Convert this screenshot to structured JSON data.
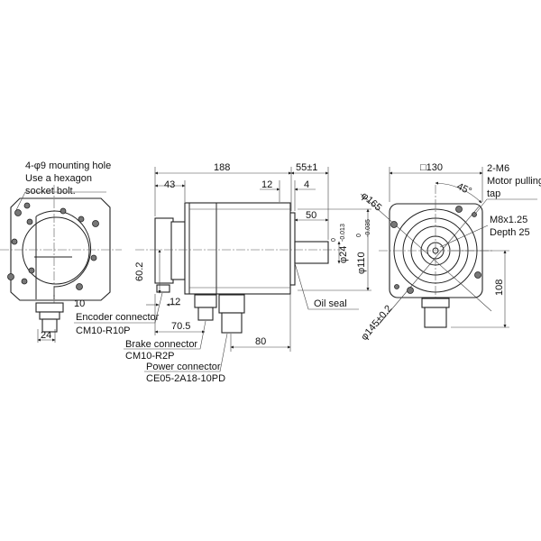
{
  "left_view": {
    "mounting_hole_line1": "4-φ9 mounting hole",
    "mounting_hole_line2": "Use a hexagon",
    "mounting_hole_line3": "socket bolt.",
    "dim_10": "10",
    "dim_24": "24",
    "encoder_label": "Encoder connector",
    "encoder_model": "CM10-R10P"
  },
  "side_view": {
    "dim_188": "188",
    "dim_55": "55±1",
    "dim_43": "43",
    "dim_12_top": "12",
    "dim_4": "4",
    "dim_50": "50",
    "dim_shaft": "φ24",
    "dim_shaft_tol_upper": "0",
    "dim_shaft_tol_lower": "-0.013",
    "dim_spigot": "φ110",
    "dim_spigot_tol_upper": "0",
    "dim_spigot_tol_lower": "-0.035",
    "dim_60_2": "60.2",
    "dim_12_bottom": "12",
    "dim_70_5": "70.5",
    "dim_80": "80",
    "oil_seal": "Oil seal",
    "brake_label": "Brake connector",
    "brake_model": "CM10-R2P",
    "power_label": "Power connector",
    "power_model": "CE05-2A18-10PD"
  },
  "front_view": {
    "dim_square": "□130",
    "tap_line1": "2-M6",
    "tap_line2": "Motor pulling",
    "tap_line3": "tap",
    "angle": "45°",
    "dim_165": "φ165",
    "thread_line1": "M8x1.25",
    "thread_line2": "Depth 25",
    "dim_108": "108",
    "dim_145": "φ145±0.2"
  }
}
